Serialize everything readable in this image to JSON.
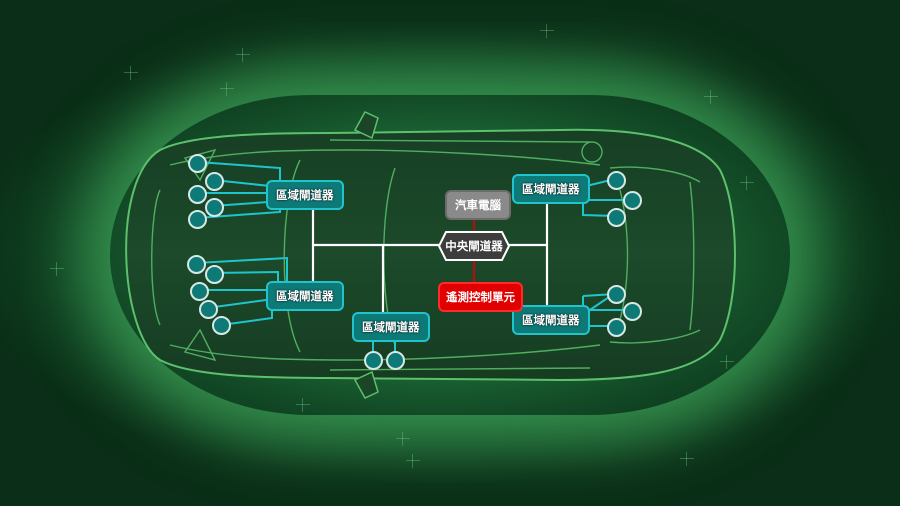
{
  "diagram": {
    "title": "",
    "central_gateway": {
      "label": "中央閘道器",
      "fill": "#3d3d3d",
      "stroke": "#ffffff"
    },
    "vehicle_computer": {
      "label": "汽車電腦",
      "fill": "#8a8a8a"
    },
    "sensor_control_unit": {
      "label": "遙測控制單元",
      "fill": "#e00000"
    },
    "zone_gateways": [
      {
        "id": "zone-front-left",
        "label": "區域閘道器",
        "nodes": 5
      },
      {
        "id": "zone-rear-left",
        "label": "區域閘道器",
        "nodes": 5
      },
      {
        "id": "zone-bottom-mid",
        "label": "區域閘道器",
        "nodes": 2
      },
      {
        "id": "zone-top-right",
        "label": "區域閘道器",
        "nodes": 3
      },
      {
        "id": "zone-bottom-right",
        "label": "區域閘道器",
        "nodes": 3
      }
    ],
    "colors": {
      "zone_fill": "#0d7a78",
      "zone_border": "#20c4cc",
      "backbone_line": "#ffffff",
      "red_link": "#b01010",
      "car_outline": "#5cc06c",
      "background": "#124a26"
    }
  }
}
